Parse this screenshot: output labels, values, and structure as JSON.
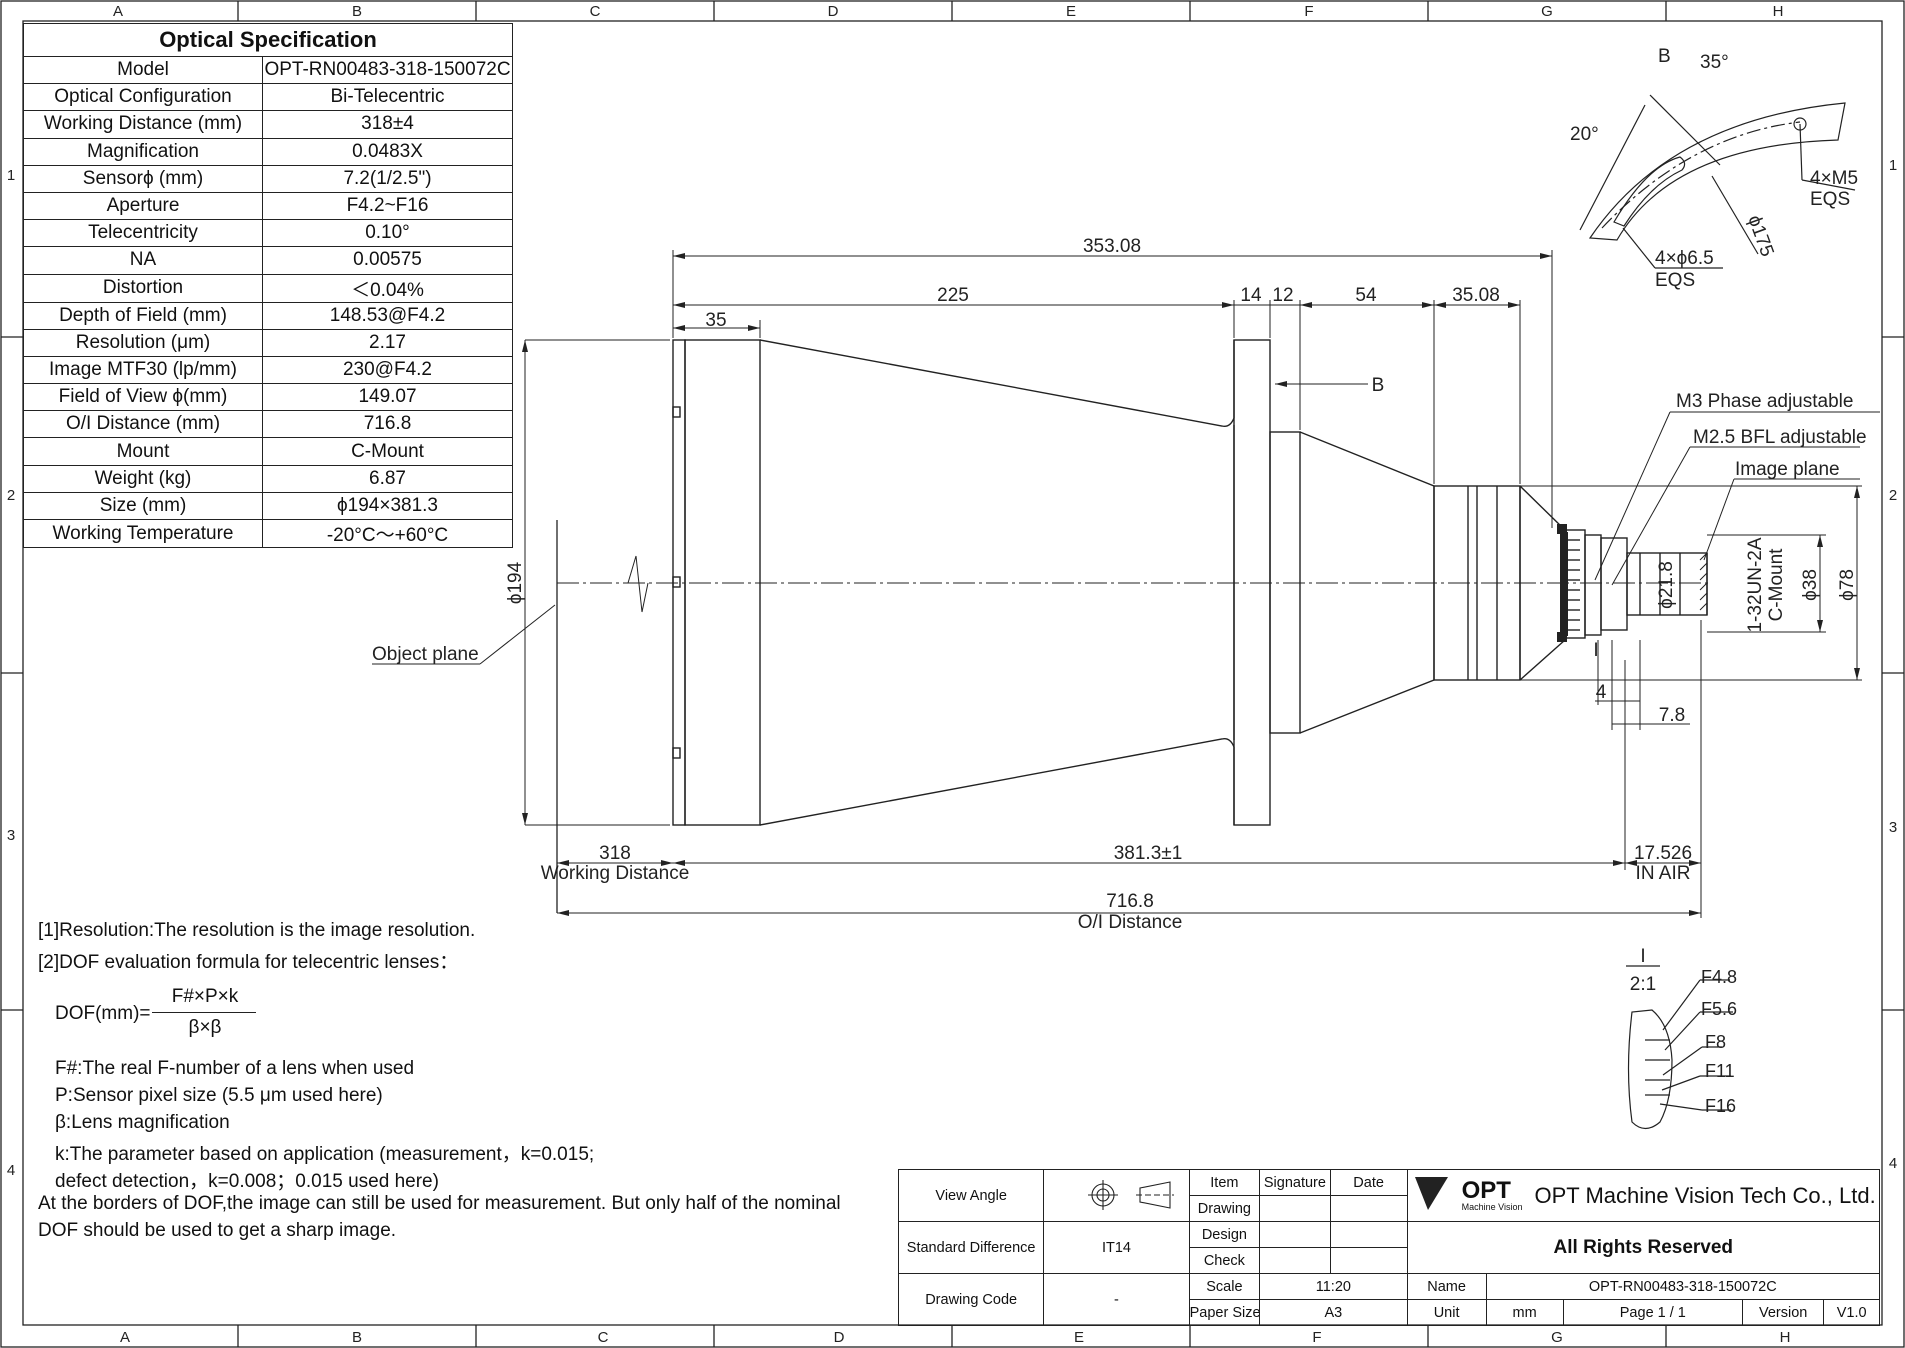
{
  "frame": {
    "cols": [
      "A",
      "B",
      "C",
      "D",
      "E",
      "F",
      "G",
      "H"
    ],
    "rows": [
      "1",
      "2",
      "3",
      "4"
    ]
  },
  "spec": {
    "title": "Optical Specification",
    "rows": [
      {
        "k": "Model",
        "v": "OPT-RN00483-318-150072C"
      },
      {
        "k": "Optical Configuration",
        "v": "Bi-Telecentric"
      },
      {
        "k": "Working Distance (mm)",
        "v": "318±4"
      },
      {
        "k": "Magnification",
        "v": "0.0483X"
      },
      {
        "k": "Sensorϕ (mm)",
        "v": "7.2(1/2.5\")"
      },
      {
        "k": "Aperture",
        "v": "F4.2~F16"
      },
      {
        "k": "Telecentricity",
        "v": "0.10°"
      },
      {
        "k": "NA",
        "v": "0.00575"
      },
      {
        "k": "Distortion",
        "v": "＜0.04%"
      },
      {
        "k": "Depth of Field (mm)",
        "v": "148.53@F4.2"
      },
      {
        "k": "Resolution (μm)",
        "v": "2.17"
      },
      {
        "k": "Image MTF30 (lp/mm)",
        "v": "230@F4.2"
      },
      {
        "k": "Field of View ϕ(mm)",
        "v": "149.07"
      },
      {
        "k": "O/I Distance (mm)",
        "v": "716.8"
      },
      {
        "k": "Mount",
        "v": "C-Mount"
      },
      {
        "k": "Weight (kg)",
        "v": "6.87"
      },
      {
        "k": "Size (mm)",
        "v": "ϕ194×381.3"
      },
      {
        "k": "Working Temperature",
        "v": "-20°C～+60°C"
      }
    ]
  },
  "dims": {
    "overall_top": "353.08",
    "d225": "225",
    "d35": "35",
    "d14": "14",
    "d12": "12",
    "d54": "54",
    "d3508": "35.08",
    "phi194": "ϕ194",
    "phi218": "ϕ21.8",
    "mount_thread": "1-32UN-2A",
    "mount_name": "C-Mount",
    "phi38": "ϕ38",
    "phi78": "ϕ78",
    "d4": "4",
    "d78": "7.8",
    "wd": "318",
    "wd_label": "Working Distance",
    "length": "381.3±1",
    "bfl": "17.526",
    "bfl_label": "IN AIR",
    "oi": "716.8",
    "oi_label": "O/I Distance",
    "section_b": "B",
    "detail_i": "I"
  },
  "callouts": {
    "object_plane": "Object plane",
    "m3": "M3 Phase adjustable",
    "m25": "M2.5 BFL adjustable",
    "image_plane": "Image plane"
  },
  "flange": {
    "label": "B",
    "a35": "35°",
    "a20": "20°",
    "m5": "4×M5",
    "m5_eqs": "EQS",
    "phi175": "ϕ175",
    "holes": "4×ϕ6.5",
    "holes_eqs": "EQS"
  },
  "aperture_detail": {
    "label": "I",
    "scale": "2:1",
    "stops": [
      "F4.8",
      "F5.6",
      "F8",
      "F11",
      "F16"
    ]
  },
  "notes": {
    "n1": "[1]Resolution:The resolution is  the image resolution.",
    "n2": "[2]DOF evaluation formula for telecentric lenses：",
    "dof_lhs": "DOF(mm)=",
    "dof_num": "F#×P×k",
    "dof_den": "β×β",
    "f": "F#:The real F-number of a lens when used",
    "p": "P:Sensor pixel size (5.5 μm used here)",
    "b": "β:Lens magnification",
    "k1": "k:The parameter based on application (measurement，k=0.015;",
    "k2": "defect detection，k=0.008；0.015 used here)",
    "t1": "At the borders of DOF,the image can still be used for measurement. But only half of the nominal",
    "t2": "DOF should be used to get a sharp image."
  },
  "titleblock": {
    "view_angle": "View Angle",
    "item": "Item",
    "signature": "Signature",
    "date": "Date",
    "drawing": "Drawing",
    "design": "Design",
    "check": "Check",
    "std_diff": "Standard Difference",
    "std_val": "IT14",
    "drawing_code": "Drawing Code",
    "code_val": "-",
    "scale": "Scale",
    "scale_val": "11:20",
    "paper": "Paper Size",
    "paper_val": "A3",
    "logo": "OPT",
    "logo_sub": "Machine Vision",
    "company": "OPT Machine Vision Tech Co., Ltd.",
    "rights": "All Rights Reserved",
    "name": "Name",
    "name_val": "OPT-RN00483-318-150072C",
    "unit": "Unit",
    "unit_val": "mm",
    "page": "Page  1 / 1",
    "version": "Version",
    "version_val": "V1.0"
  }
}
